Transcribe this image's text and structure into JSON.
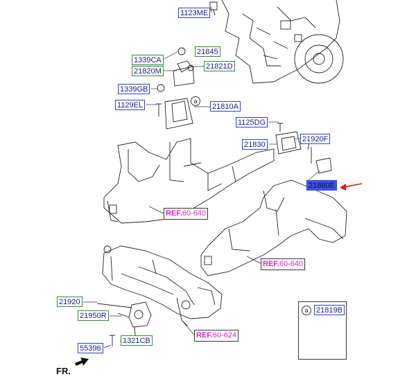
{
  "parts": {
    "p1123me": "1123ME",
    "p21845": "21845",
    "p1339ca": "1339CA",
    "p21820m": "21820M",
    "p21821d": "21821D",
    "p1339gb": "1339GB",
    "p1129el": "1129EL",
    "p21810a": "21810A",
    "p1125dg": "1125DG",
    "p21830": "21830",
    "p21920f": "21920F",
    "p21880e": "21880E",
    "p21920": "21920",
    "p21950r": "21950R",
    "p55396": "55396",
    "p1321cb": "1321CB",
    "p21819b": "21819B"
  },
  "refs": {
    "ref_word": "REF.",
    "r1": "60-640",
    "r2": "60-640",
    "r3": "60-624"
  },
  "callout_letter": "a",
  "orientation": "FR.",
  "colors": {
    "label_border_blue": "#2b3fd6",
    "label_border_green": "#2e8b2e",
    "ref_text": "#d428c8",
    "highlight_fill": "#3b56e6",
    "pointer_arrow": "#e0181c"
  }
}
